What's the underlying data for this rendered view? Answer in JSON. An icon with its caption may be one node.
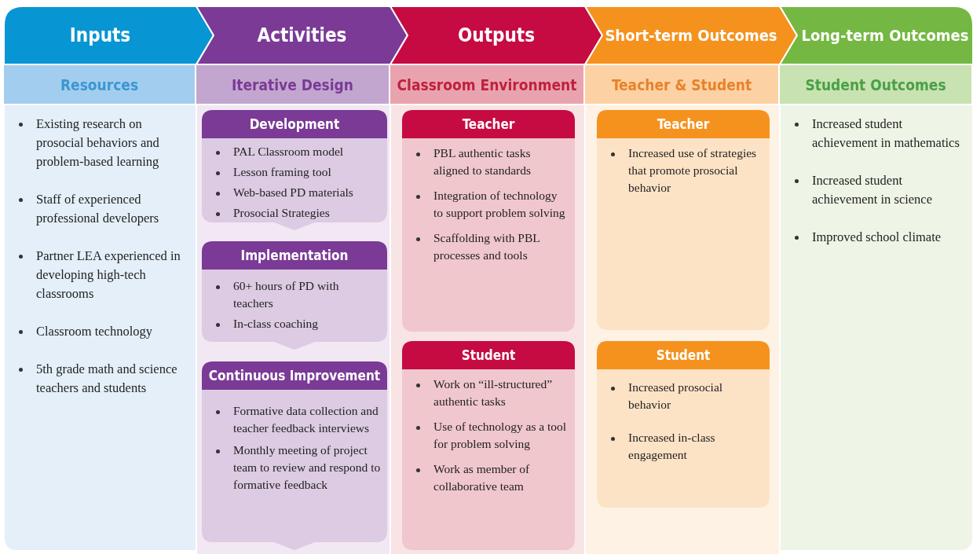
{
  "diagram": {
    "nodes": [
      {
        "text": [
          "Inputs"
        ]
      },
      {
        "text": [
          "Resources"
        ]
      },
      {
        "text": [
          "Existing research on prosocial behaviors and problem-based learning",
          "Staff of experienced professional developers",
          "Partner LEA experienced in developing high-tech classrooms",
          "Classroom technology",
          "5th grade math and science teachers and students"
        ]
      },
      {
        "text": [
          "Activities"
        ]
      },
      {
        "text": [
          "Iterative Design"
        ]
      },
      {
        "text": [
          "Development",
          "PAL Classroom model",
          "Lesson framing tool",
          "Web-based PD materials",
          "Prosocial Strategies"
        ]
      },
      {
        "text": [
          "Implementation",
          "60+ hours of PD with teachers",
          "In-class coaching"
        ]
      },
      {
        "text": [
          "Continuous Improvement",
          "Formative data collection and teacher feedback interviews",
          "Monthly meeting of project team to review and respond to formative feedback"
        ]
      },
      {
        "text": [
          "Outputs"
        ]
      },
      {
        "text": [
          "Classroom Environment"
        ]
      },
      {
        "text": [
          "Teacher",
          "PBL authentic tasks aligned to standards",
          "Integration of technology to support problem solving",
          "Scaffolding with PBL processes and tools"
        ]
      },
      {
        "text": [
          "Student",
          "Work on “ill-structured” authentic tasks",
          "Use of technology as a tool for problem solving",
          "Work as member of collaborative team"
        ]
      },
      {
        "text": [
          "Short-term Outcomes"
        ]
      },
      {
        "text": [
          "Teacher & Student"
        ]
      },
      {
        "text": [
          "Teacher",
          "Increased use of strategies that promote prosocial behavior"
        ]
      },
      {
        "text": [
          "Student",
          "Increased prosocial behavior",
          "Increased in-class engagement"
        ]
      },
      {
        "text": [
          "Long-term Outcomes"
        ]
      },
      {
        "text": [
          "Student Outcomes"
        ]
      },
      {
        "text": [
          "Increased student achievement in mathematics",
          "Increased student achievement in science",
          "Improved school climate"
        ]
      }
    ]
  }
}
